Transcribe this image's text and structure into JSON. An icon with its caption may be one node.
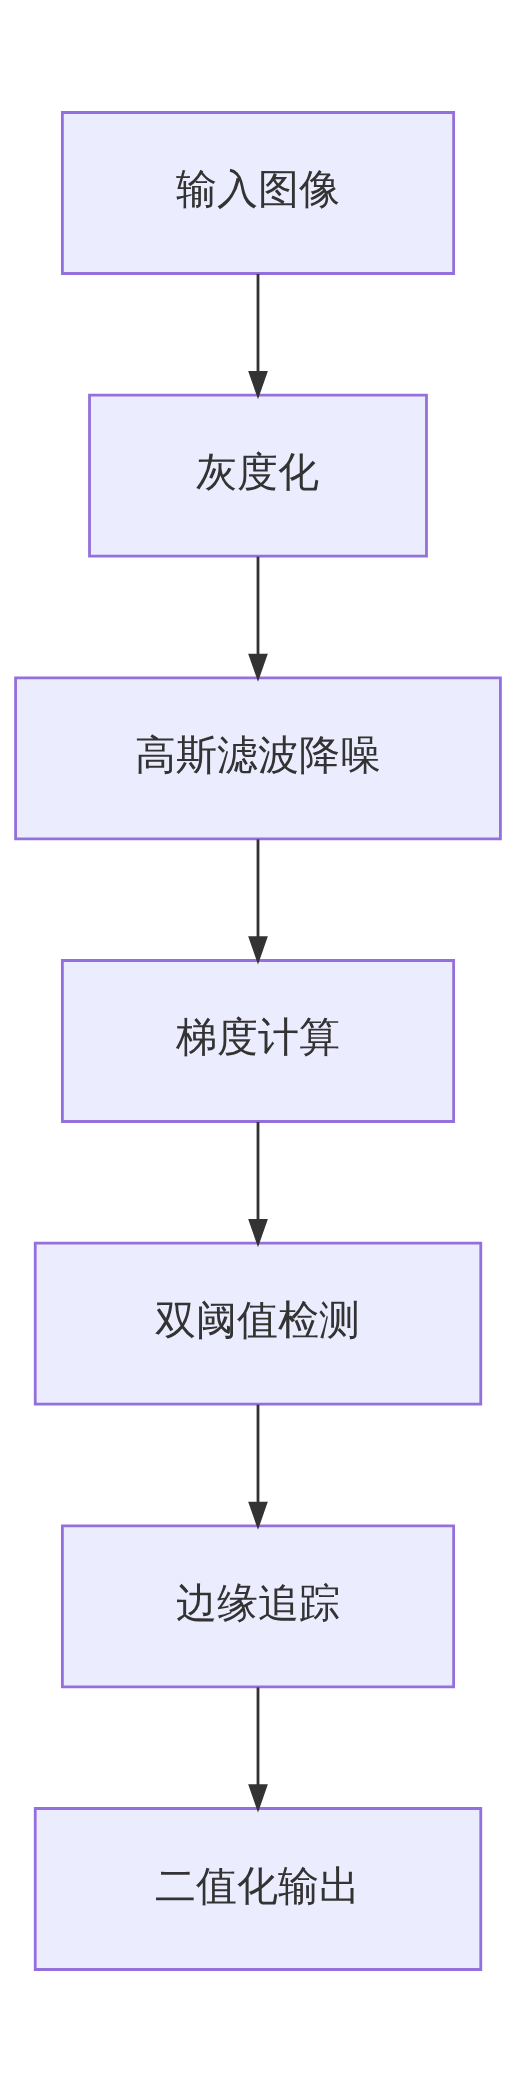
{
  "diagram": {
    "nodes": [
      {
        "text": [
          "输入图像"
        ]
      },
      {
        "text": [
          "灰度化"
        ]
      },
      {
        "text": [
          "高斯滤波降噪"
        ]
      },
      {
        "text": [
          "梯度计算"
        ]
      },
      {
        "text": [
          "双阈值检测"
        ]
      },
      {
        "text": [
          "边缘追踪"
        ]
      },
      {
        "text": [
          "二值化输出"
        ]
      }
    ],
    "edges": [
      {
        "from": 0,
        "to": 1,
        "arrow": "to"
      },
      {
        "from": 1,
        "to": 2,
        "arrow": "to"
      },
      {
        "from": 2,
        "to": 3,
        "arrow": "to"
      },
      {
        "from": 3,
        "to": 4,
        "arrow": "to"
      },
      {
        "from": 4,
        "to": 5,
        "arrow": "to"
      },
      {
        "from": 5,
        "to": 6,
        "arrow": "to"
      }
    ]
  }
}
